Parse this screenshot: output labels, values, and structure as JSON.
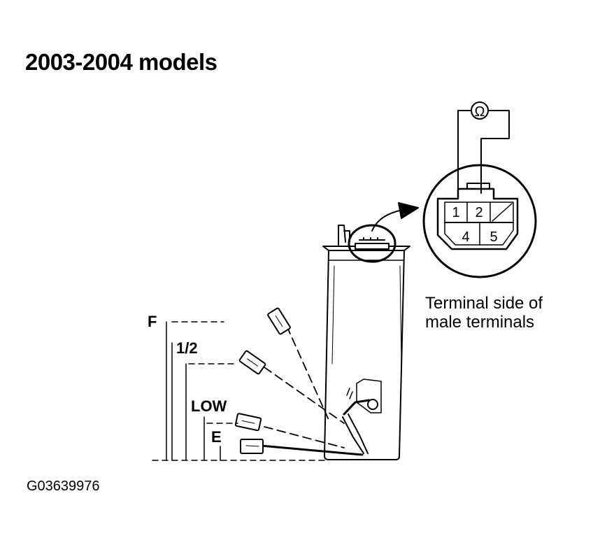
{
  "title": "2003-2004 models",
  "caption": {
    "line1": "Terminal side of",
    "line2": "male terminals"
  },
  "gauge_levels": {
    "full": "F",
    "half": "1/2",
    "low": "LOW",
    "empty": "E"
  },
  "connector": {
    "pins": [
      "1",
      "2",
      "4",
      "5"
    ],
    "meter_symbol": "Ω"
  },
  "figure_id": "G03639976"
}
